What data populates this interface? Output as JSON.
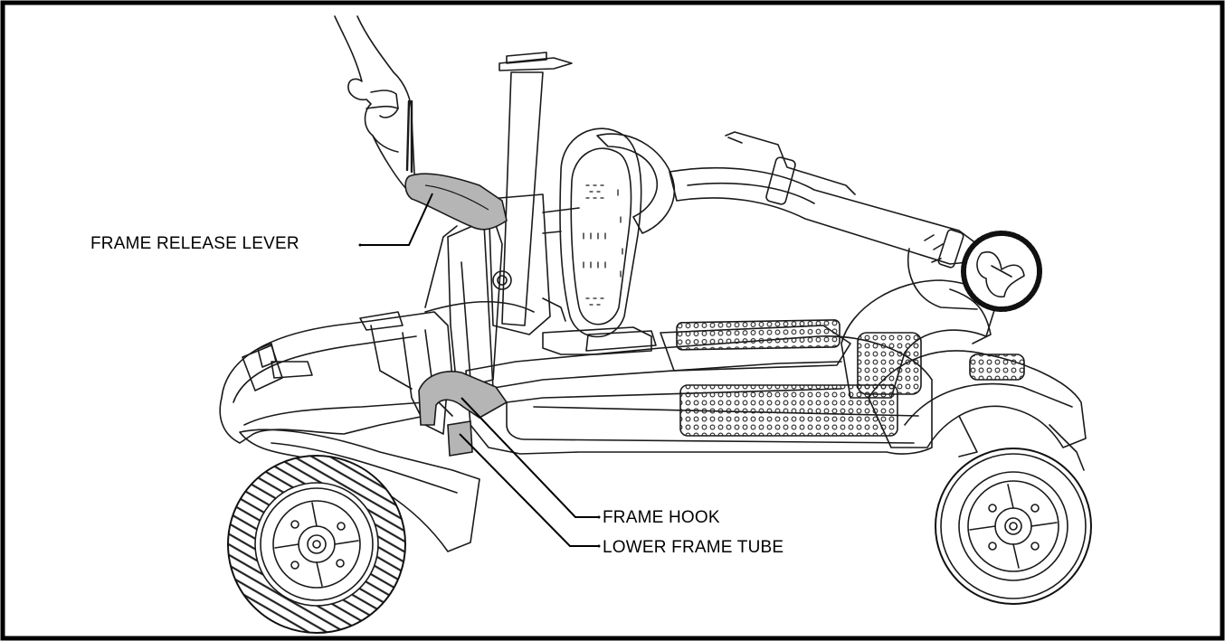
{
  "labels": {
    "frame_release_lever": "FRAME RELEASE LEVER",
    "frame_hook": "FRAME HOOK",
    "lower_frame_tube": "LOWER FRAME TUBE"
  },
  "colors": {
    "line": "#1a1a1a",
    "highlight": "#b5b5b5",
    "border": "#000000",
    "background": "#ffffff"
  }
}
